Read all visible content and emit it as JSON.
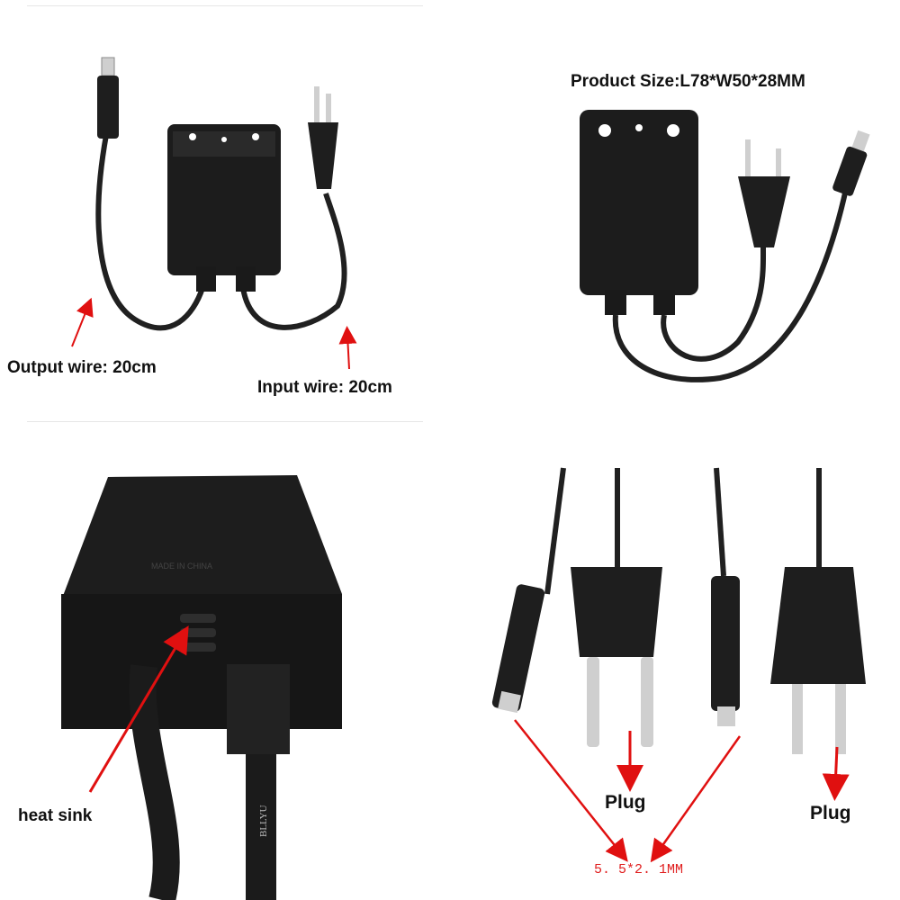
{
  "labels": {
    "output_wire": "Output wire: 20cm",
    "input_wire": "Input wire: 20cm",
    "product_size": "Product Size:L78*W50*28MM",
    "heat_sink": "heat sink",
    "plug_eu": "Plug",
    "plug_us": "Plug",
    "dc_size": "5. 5*2. 1MM",
    "cable_print": "BLLYU",
    "case_print": "MADE IN CHINA"
  },
  "colors": {
    "device": "#1c1c1c",
    "cable": "#202020",
    "metal": "#cfcfcf",
    "arrow": "#e01010"
  }
}
